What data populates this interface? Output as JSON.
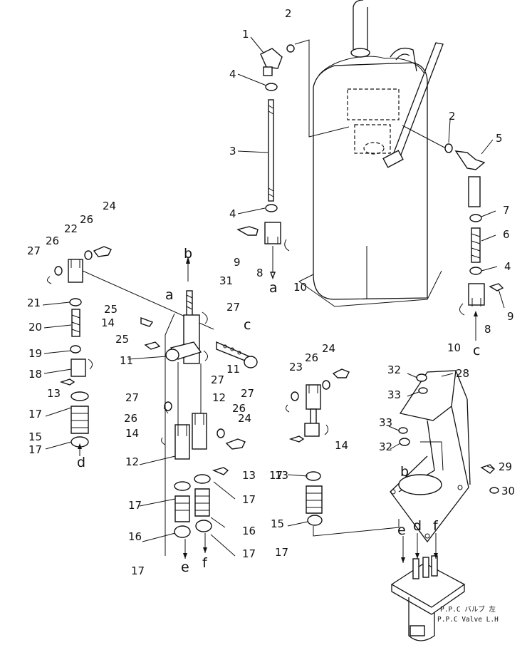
{
  "callouts": [
    "1",
    "2",
    "2",
    "3",
    "4",
    "4",
    "4",
    "5",
    "6",
    "7",
    "8",
    "8",
    "9",
    "9",
    "10",
    "10",
    "11",
    "11",
    "12",
    "12",
    "13",
    "13",
    "13",
    "14",
    "14",
    "14",
    "15",
    "15",
    "16",
    "16",
    "17",
    "17",
    "17",
    "17",
    "17",
    "17",
    "17",
    "17",
    "18",
    "19",
    "20",
    "21",
    "22",
    "23",
    "24",
    "24",
    "24",
    "25",
    "25",
    "26",
    "26",
    "26",
    "26",
    "26",
    "27",
    "27",
    "27",
    "27",
    "27",
    "28",
    "29",
    "30",
    "31",
    "32",
    "32",
    "33",
    "33"
  ],
  "flow_letters": [
    "a",
    "a",
    "b",
    "b",
    "c",
    "c",
    "d",
    "d",
    "e",
    "e",
    "f",
    "f"
  ],
  "valve_note": {
    "line1": "P.P.C バルブ 左",
    "line2": "P.P.C Valve L.H"
  }
}
